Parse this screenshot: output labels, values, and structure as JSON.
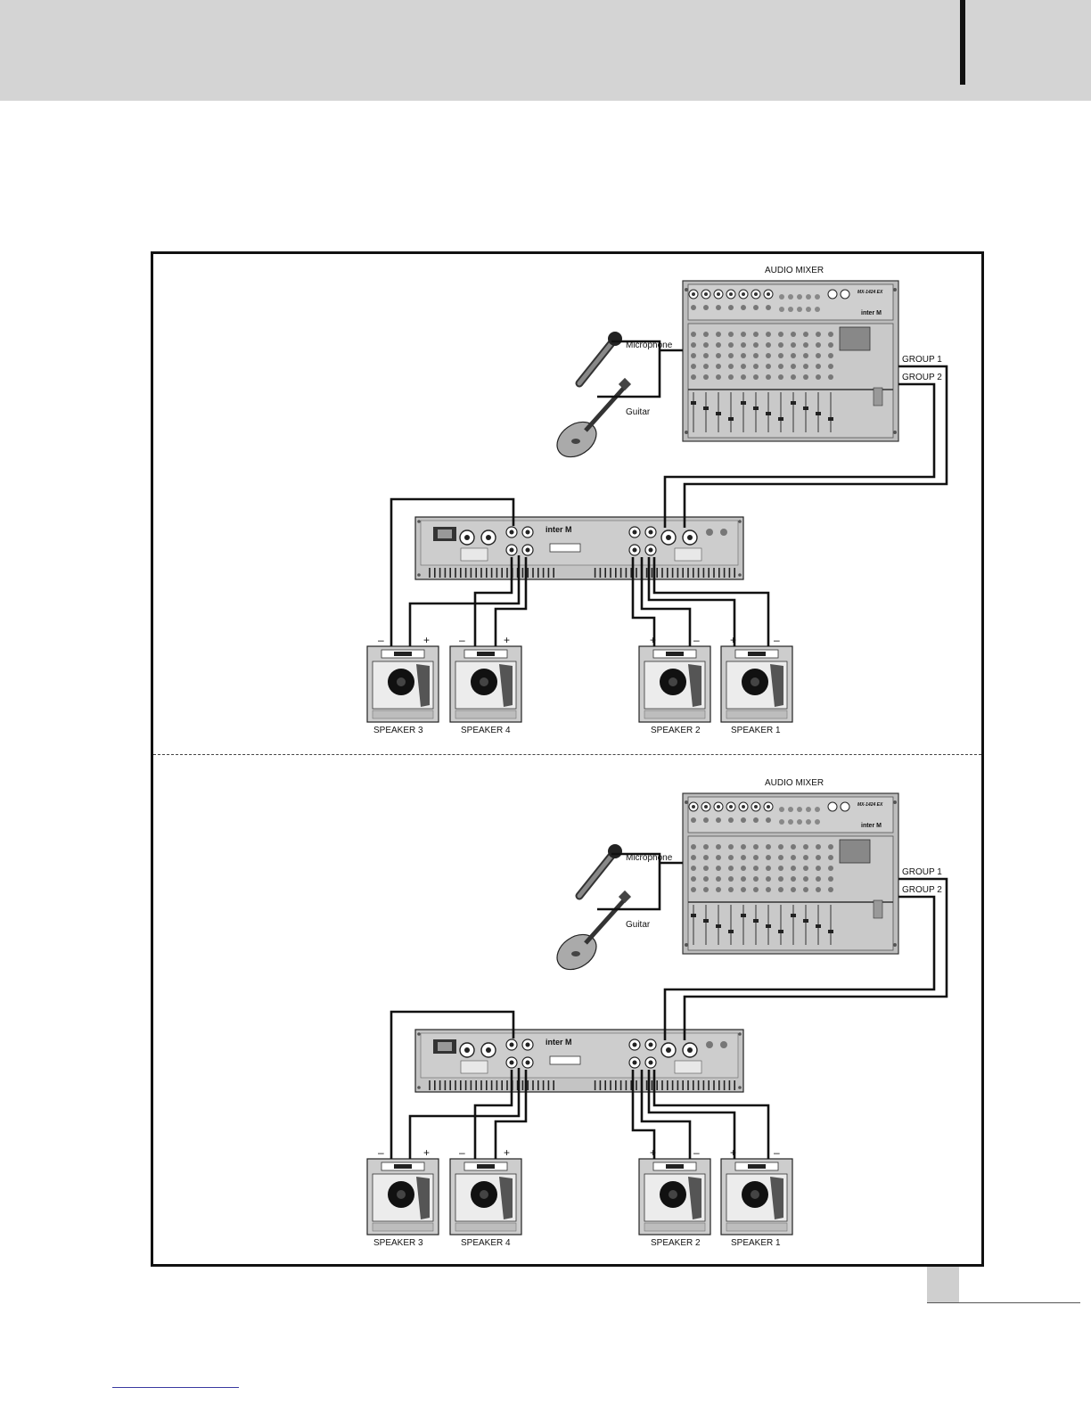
{
  "panels": [
    {
      "mixer_title": "AUDIO MIXER",
      "mixer_model": "MX-1424 EX",
      "mixer_brand": "inter M",
      "amp_brand": "inter M",
      "sources": {
        "microphone": "Microphone",
        "guitar": "Guitar"
      },
      "groups": [
        "GROUP 1",
        "GROUP 2"
      ],
      "speakers": [
        {
          "label": "SPEAKER 3",
          "left_sign": "–",
          "right_sign": "+"
        },
        {
          "label": "SPEAKER 4",
          "left_sign": "–",
          "right_sign": "+"
        },
        {
          "label": "SPEAKER 2",
          "left_sign": "+",
          "right_sign": "–"
        },
        {
          "label": "SPEAKER 1",
          "left_sign": "+",
          "right_sign": "–"
        }
      ]
    },
    {
      "mixer_title": "AUDIO MIXER",
      "mixer_model": "MX-1424 EX",
      "mixer_brand": "inter M",
      "amp_brand": "inter M",
      "sources": {
        "microphone": "Microphone",
        "guitar": "Guitar"
      },
      "groups": [
        "GROUP 1",
        "GROUP 2"
      ],
      "speakers": [
        {
          "label": "SPEAKER 3",
          "left_sign": "–",
          "right_sign": "+"
        },
        {
          "label": "SPEAKER 4",
          "left_sign": "–",
          "right_sign": "+"
        },
        {
          "label": "SPEAKER 2",
          "left_sign": "+",
          "right_sign": "–"
        },
        {
          "label": "SPEAKER 1",
          "left_sign": "+",
          "right_sign": "–"
        }
      ]
    }
  ]
}
